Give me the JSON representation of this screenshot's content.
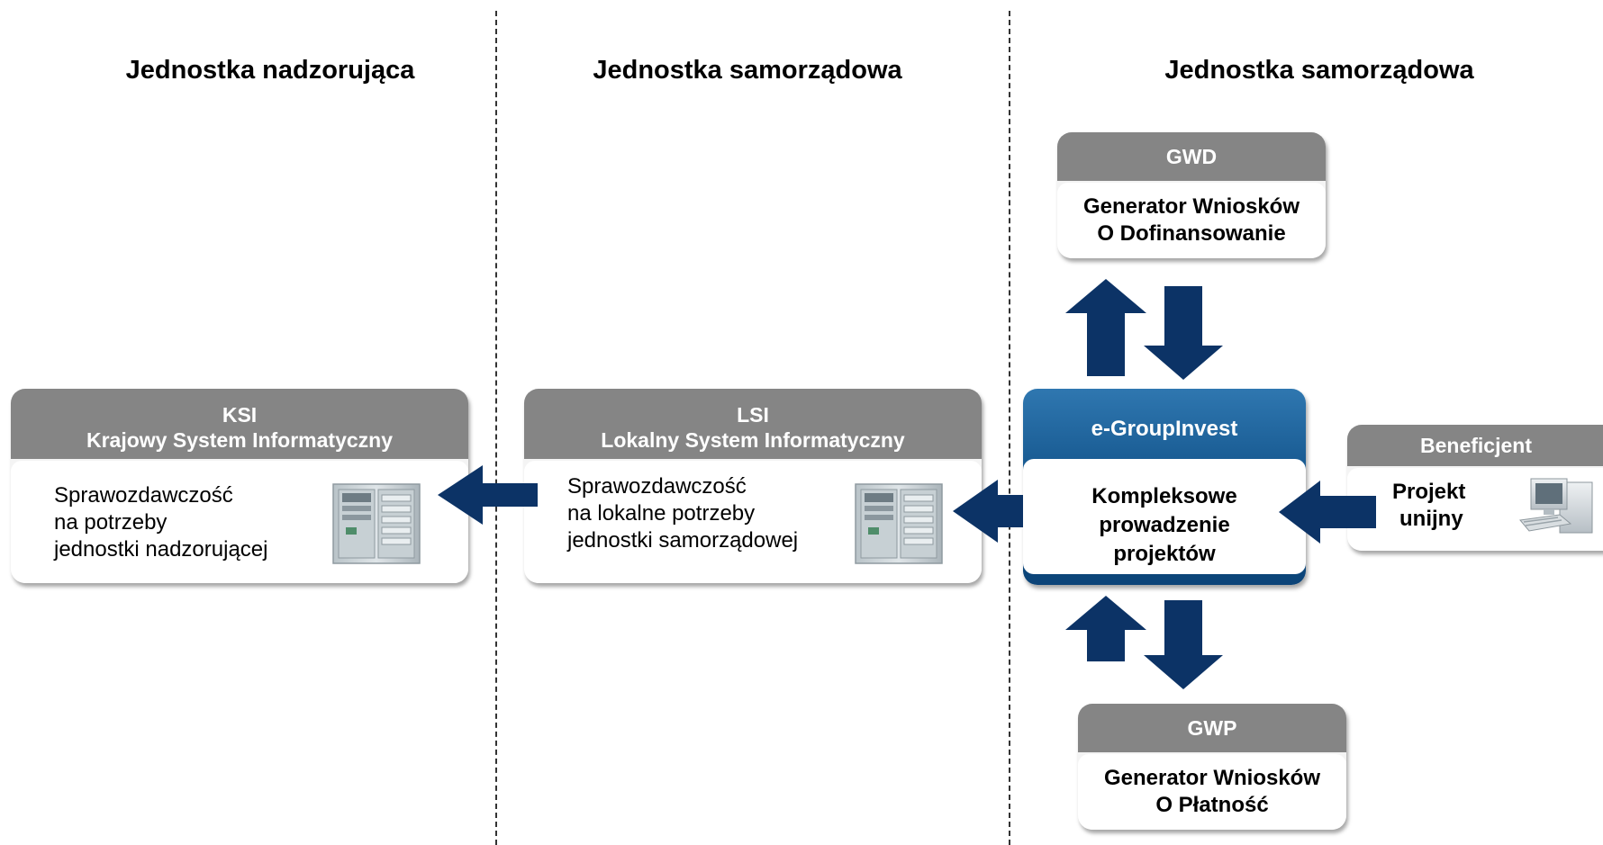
{
  "columns": [
    {
      "title": "Jednostka nadzorująca"
    },
    {
      "title": "Jednostka samorządowa"
    },
    {
      "title": "Jednostka samorządowa"
    }
  ],
  "ksi": {
    "header": [
      "KSI",
      "Krajowy System Informatyczny"
    ],
    "body": [
      "Sprawozdawczość",
      "na potrzeby",
      "jednostki nadzorującej"
    ],
    "icon": "server-rack-icon"
  },
  "lsi": {
    "header": [
      "LSI",
      "Lokalny System Informatyczny"
    ],
    "body": [
      "Sprawozdawczość",
      "na lokalne potrzeby",
      "jednostki samorządowej"
    ],
    "icon": "server-rack-icon"
  },
  "egroupinvest": {
    "title": "e-GroupInvest",
    "body": [
      "Kompleksowe",
      "prowadzenie",
      "projektów"
    ]
  },
  "gwd": {
    "header": "GWD",
    "body": [
      "Generator Wniosków",
      "O Dofinansowanie"
    ]
  },
  "gwp": {
    "header": "GWP",
    "body": [
      "Generator Wniosków",
      "O Płatność"
    ]
  },
  "beneficjent": {
    "header": "Beneficjent",
    "body": [
      "Projekt",
      "unijny"
    ],
    "icon": "desktop-computer-icon"
  },
  "colors": {
    "box_header": "#858585",
    "arrow": "#0c3366",
    "egi_gradient_top": "#2f77b0",
    "egi_gradient_bottom": "#0c4478"
  }
}
